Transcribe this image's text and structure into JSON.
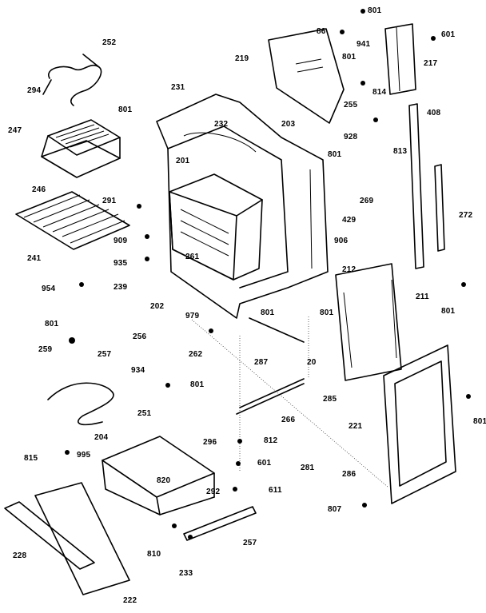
{
  "labels": {
    "l801a": "801",
    "l86": "86",
    "l941": "941",
    "l601a": "601",
    "l252": "252",
    "l219": "219",
    "l217": "217",
    "l801b": "801",
    "l294": "294",
    "l801c": "801",
    "l231": "231",
    "l814": "814",
    "l408": "408",
    "l255": "255",
    "l247": "247",
    "l232": "232",
    "l203": "203",
    "l928": "928",
    "l813": "813",
    "l201": "201",
    "l801d": "801",
    "l246": "246",
    "l291": "291",
    "l269": "269",
    "l429": "429",
    "l272": "272",
    "l241": "241",
    "l909": "909",
    "l906": "906",
    "l935": "935",
    "l261": "261",
    "l212": "212",
    "l954": "954",
    "l239": "239",
    "l211": "211",
    "l202": "202",
    "l801e": "801",
    "l801f": "801",
    "l801g": "801",
    "l979": "979",
    "l256": "256",
    "l259": "259",
    "l257a": "257",
    "l262": "262",
    "l287": "287",
    "l20": "20",
    "l934": "934",
    "l801h": "801",
    "l251": "251",
    "l285": "285",
    "l266": "266",
    "l221": "221",
    "l801i": "801",
    "l204": "204",
    "l296": "296",
    "l812": "812",
    "l815": "815",
    "l995": "995",
    "l601b": "601",
    "l281": "281",
    "l286": "286",
    "l820": "820",
    "l611": "611",
    "l292": "292",
    "l807": "807",
    "l228": "228",
    "l257b": "257",
    "l810": "810",
    "l233": "233",
    "l222": "222"
  }
}
